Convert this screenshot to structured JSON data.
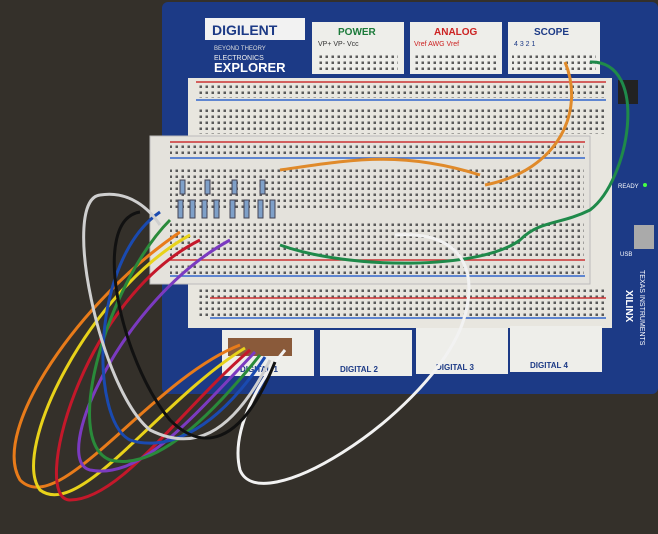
{
  "board": {
    "brand": "DIGILENT",
    "tagline": "BEYOND THEORY",
    "product_line1": "ELECTRONICS",
    "product_line2": "EXPLORER",
    "headers": {
      "power": "POWER",
      "power_pins": "VP+  VP-  Vcc",
      "analog": "ANALOG",
      "analog_pins": "Vref  AWG  Vref",
      "scope": "SCOPE",
      "scope_pins": "4   3   2   1"
    },
    "digital_labels": [
      "DIGITAL 1",
      "DIGITAL 2",
      "DIGITAL 3",
      "DIGITAL 4"
    ],
    "ti_logo": "TEXAS INSTRUMENTS",
    "xilinx_logo": "XILINX",
    "status_labels": {
      "ready": "READY",
      "usb": "USB"
    },
    "colors": {
      "board": "#1c3a86",
      "breadboard": "#e8e6df",
      "background": "#34302a"
    }
  }
}
